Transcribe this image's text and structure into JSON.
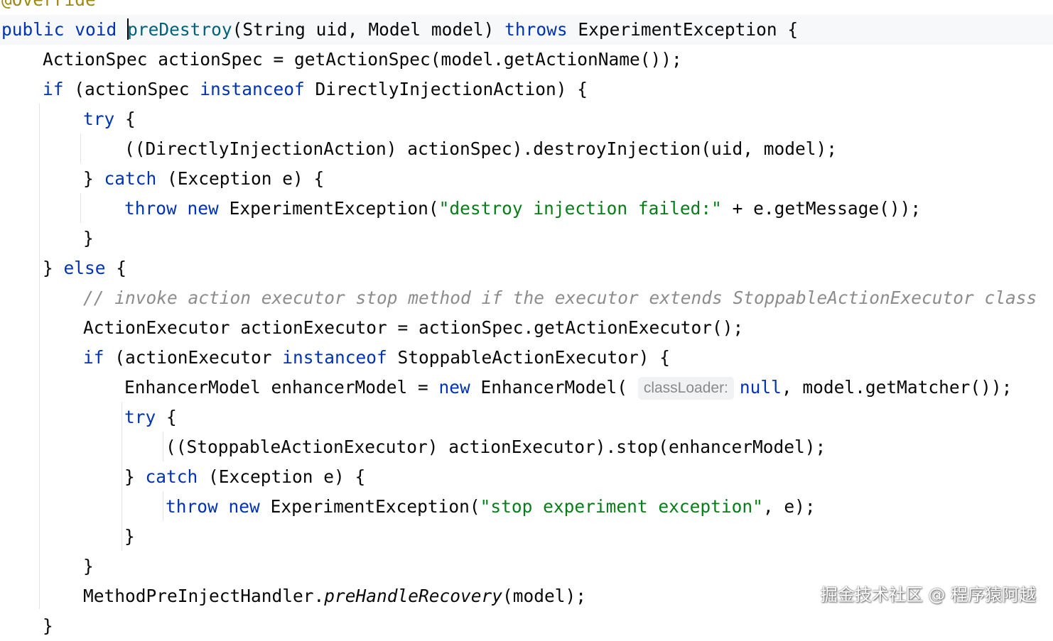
{
  "editor": {
    "annotation": "@Override",
    "method_name": "preDestroy",
    "param_hint_label": "classLoader:",
    "comment": "// invoke action executor stop method if the executor extends StoppableActionExecutor class",
    "string_destroy_failed": "\"destroy injection failed:\"",
    "string_stop_exception": "\"stop experiment exception\"",
    "keywords": {
      "public": "public",
      "void": "void",
      "throws": "throws",
      "if": "if",
      "instanceof": "instanceof",
      "try": "try",
      "catch": "catch",
      "throw": "throw",
      "new": "new",
      "else": "else",
      "null": "null"
    },
    "code": {
      "l2_params": "(String uid, Model model) ",
      "l2_exception": " ExperimentException {",
      "l3": "ActionSpec actionSpec = getActionSpec(model.getActionName());",
      "l4_a": " (actionSpec ",
      "l4_b": " DirectlyInjectionAction) {",
      "open_brace": " {",
      "l6": "((DirectlyInjectionAction) actionSpec).destroyInjection(uid, model);",
      "catch_open": "} ",
      "catch_rest": " (Exception e) {",
      "l8_a": "ExperimentException(",
      "l8_b": " + e.getMessage());",
      "close_brace": "}",
      "else_open": "} ",
      "l12": "ActionExecutor actionExecutor = actionSpec.getActionExecutor();",
      "l13_a": " (actionExecutor ",
      "l13_b": " StoppableActionExecutor) {",
      "l14_a": "EnhancerModel enhancerModel = ",
      "l14_b": "EnhancerModel(",
      "l14_c": ", model.getMatcher());",
      "l16": "((StoppableActionExecutor) actionExecutor).stop(enhancerModel);",
      "l18_a": "ExperimentException(",
      "l18_b": ", e);",
      "l21_a": "MethodPreInjectHandler.",
      "l21_method": "preHandleRecovery",
      "l21_b": "(model);"
    }
  },
  "watermark": "掘金技术社区 @ 程序猿阿越"
}
